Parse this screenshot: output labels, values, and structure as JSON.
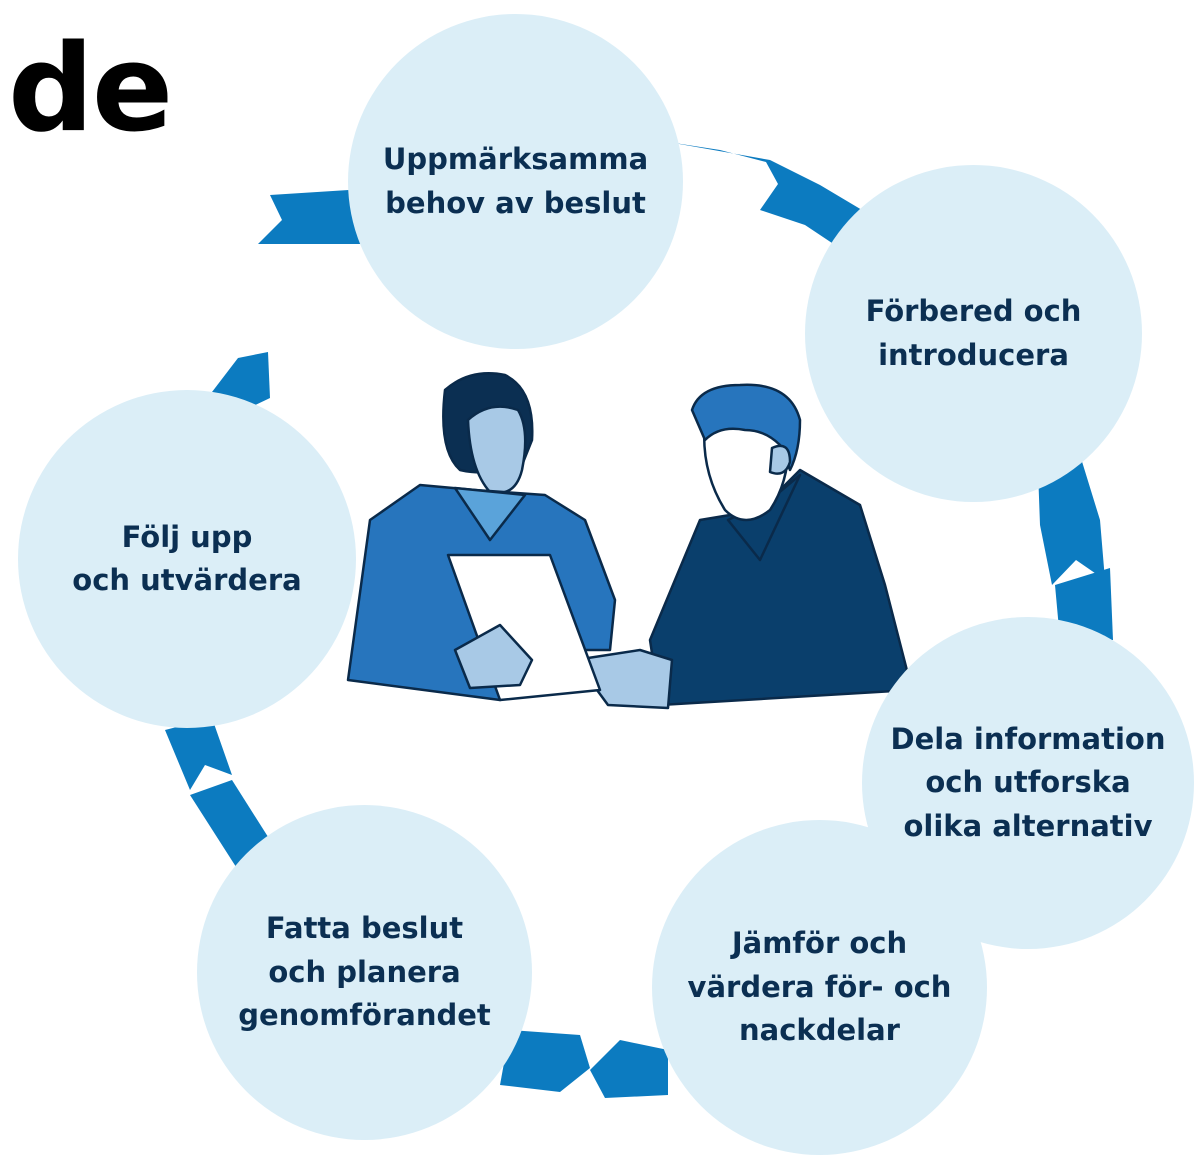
{
  "heading": "de",
  "colors": {
    "circle_fill": "#dbeef7",
    "arrow": "#0c7bc0",
    "text": "#0b2f52",
    "woman_shirt": "#2775bd",
    "man_shirt": "#0a3f6c",
    "skin": "#a8c9e6"
  },
  "steps": [
    {
      "label": "Uppmärksamma\nbehov av beslut"
    },
    {
      "label": "Förbered och\nintroducera"
    },
    {
      "label": "Dela information\noch utforska\nolika alternativ"
    },
    {
      "label": "Jämför och\nvärdera för- och\nnackdelar"
    },
    {
      "label": "Fatta beslut\noch planera\ngenomförandet"
    },
    {
      "label": "Följ upp\noch utvärdera"
    }
  ],
  "illustration": {
    "subject": "two-people-reviewing-document"
  }
}
